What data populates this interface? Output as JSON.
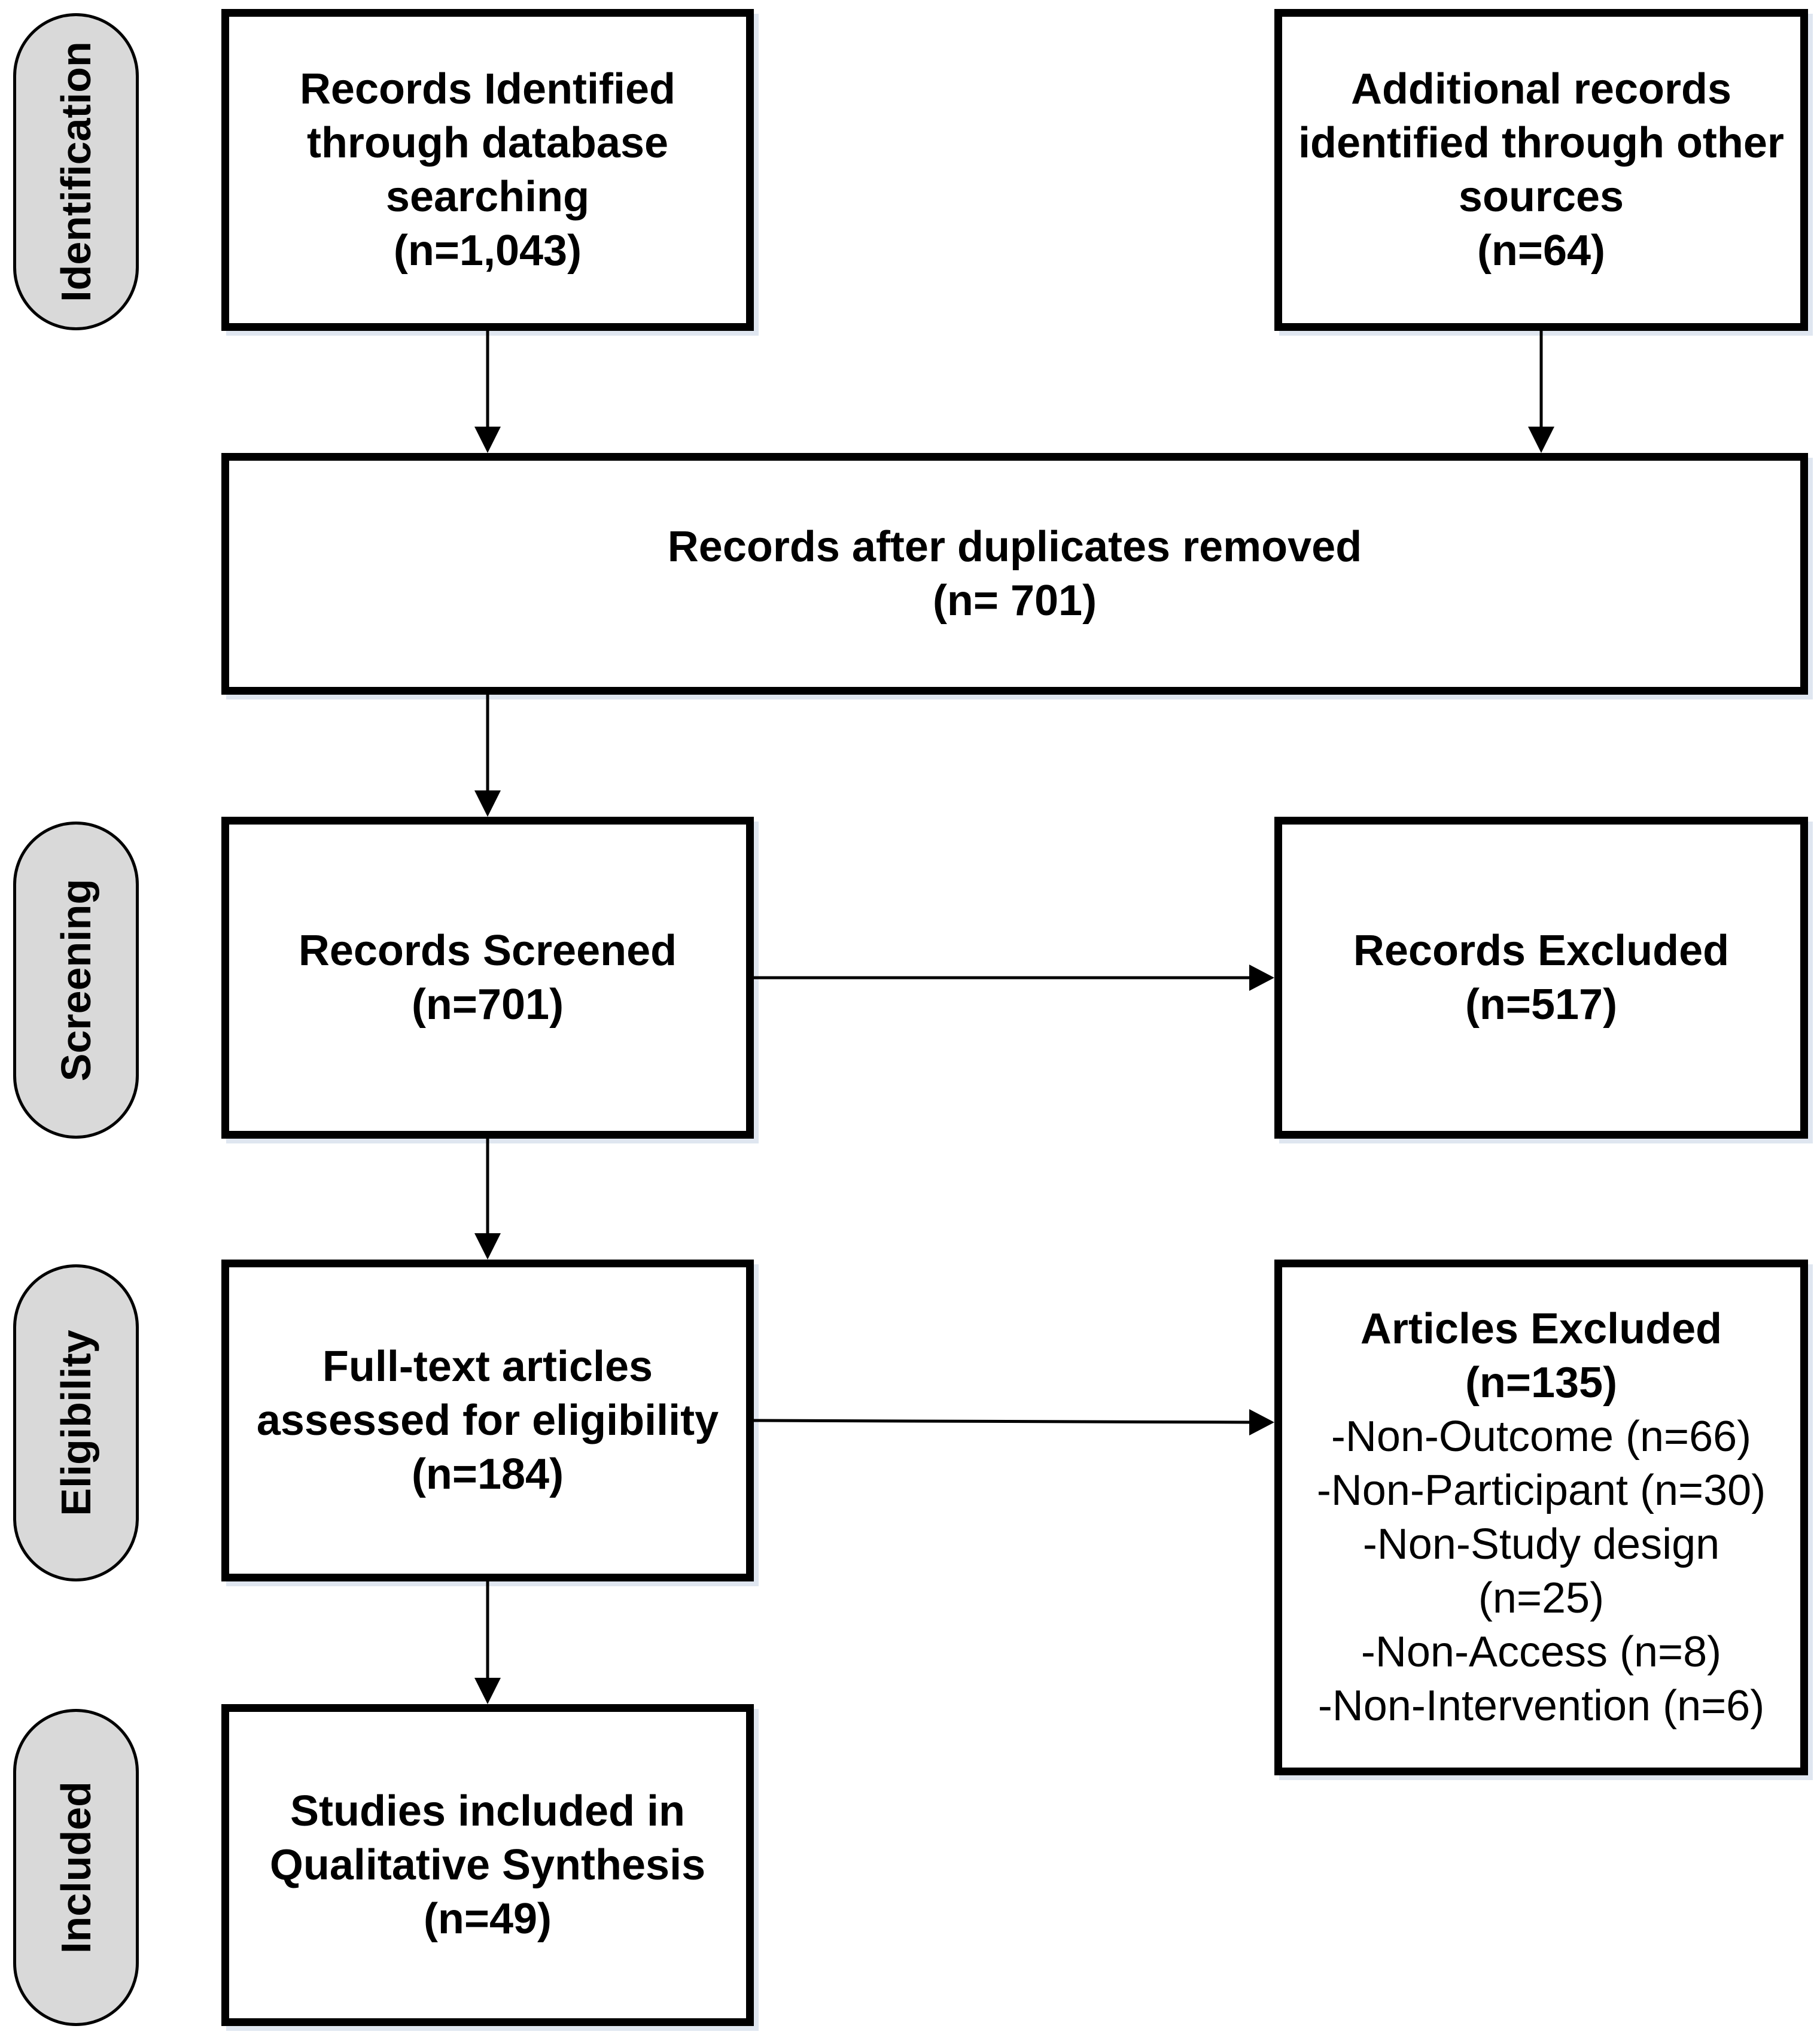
{
  "stages": [
    {
      "id": "identification",
      "label": "Identification"
    },
    {
      "id": "screening",
      "label": "Screening"
    },
    {
      "id": "eligibility",
      "label": "Eligibility"
    },
    {
      "id": "included",
      "label": "Included"
    }
  ],
  "boxes": {
    "db_records": {
      "lines": [
        "Records Identified",
        "through database",
        "searching",
        "(n=1,043)"
      ]
    },
    "other_records": {
      "lines": [
        "Additional records",
        "identified through other",
        "sources",
        "(n=64)"
      ]
    },
    "after_duplicates": {
      "lines": [
        "Records after duplicates removed",
        "(n= 701)"
      ]
    },
    "screened": {
      "lines": [
        "Records Screened",
        "(n=701)"
      ]
    },
    "excluded_records": {
      "lines": [
        "Records Excluded",
        "(n=517)"
      ]
    },
    "full_text": {
      "lines": [
        "Full-text articles",
        "assessed for eligibility",
        "(n=184)"
      ]
    },
    "articles_excluded": {
      "title_lines": [
        "Articles Excluded",
        "(n=135)"
      ],
      "reason_lines": [
        "-Non-Outcome (n=66)",
        "-Non-Participant (n=30)",
        "-Non-Study design",
        "(n=25)",
        "-Non-Access (n=8)",
        "-Non-Intervention (n=6)"
      ]
    },
    "included": {
      "lines": [
        "Studies included in",
        "Qualitative Synthesis",
        "(n=49)"
      ]
    }
  },
  "colors": {
    "stroke": "#000000",
    "stage_fill": "#d9d9d9",
    "box_shadow": "#dfe6f0"
  }
}
